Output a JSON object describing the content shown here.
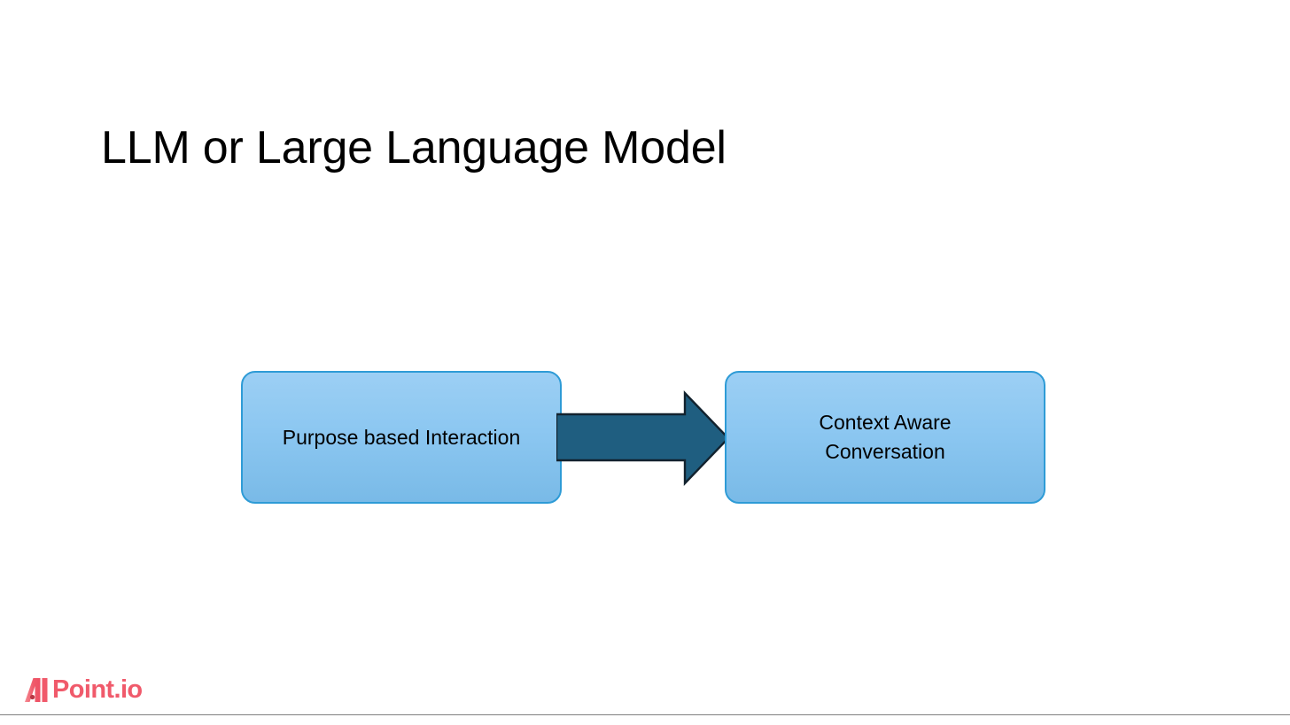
{
  "slide": {
    "title": "LLM or Large Language Model",
    "background_color": "#ffffff"
  },
  "diagram": {
    "type": "flow",
    "direction": "left-to-right",
    "nodes": [
      {
        "id": "purpose-based-interaction",
        "label": "Purpose based Interaction",
        "fill_top": "#9CCFF4",
        "fill_bottom": "#79BAE7",
        "border_color": "#2E9BD6",
        "text_color": "#000000"
      },
      {
        "id": "context-aware-conversation",
        "label": "Context Aware\nConversation",
        "fill_top": "#9CCFF4",
        "fill_bottom": "#79BAE7",
        "border_color": "#2E9BD6",
        "text_color": "#000000"
      }
    ],
    "connector": {
      "id": "arrow-right",
      "icon": "block-arrow-right-icon",
      "fill": "#1F5E80",
      "outline": "#12222E",
      "from": "purpose-based-interaction",
      "to": "context-aware-conversation"
    }
  },
  "footer": {
    "brand_mark": "ai-logo-icon",
    "brand_name": "Point.io",
    "brand_color": "#F05A6B",
    "rule_color": "#808080"
  }
}
